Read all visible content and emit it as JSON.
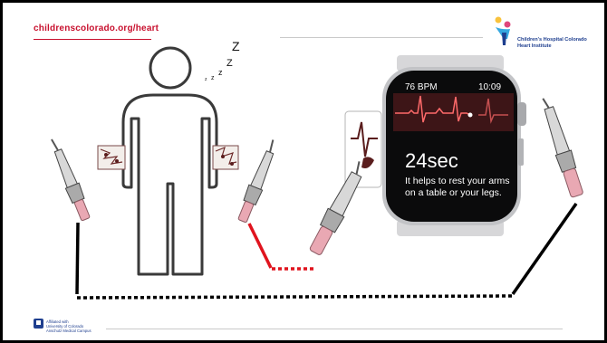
{
  "slide": {
    "url": "childrenscolorado.org/heart",
    "logo": {
      "line1": "Children's Hospital Colorado",
      "line2": "Heart Institute",
      "colors": [
        "#f9c23c",
        "#e0457b",
        "#36a8e0",
        "#1f3f8f"
      ]
    },
    "footer": {
      "affiliated": "Affiliated with",
      "university": "University of Colorado",
      "campus": "Anschutz Medical Campus"
    },
    "sleep_label": "Z z z",
    "watch": {
      "bpm": "76 BPM",
      "time": "10:09",
      "seconds": "24sec",
      "message": "It helps to rest your arms on a table or your legs."
    },
    "colors": {
      "brand_red": "#c8102e",
      "wire_black": "#000000",
      "wire_red": "#e0141e",
      "clip_sleeve": "#e9a8b3",
      "figure_outline": "#3a3a3a"
    }
  }
}
